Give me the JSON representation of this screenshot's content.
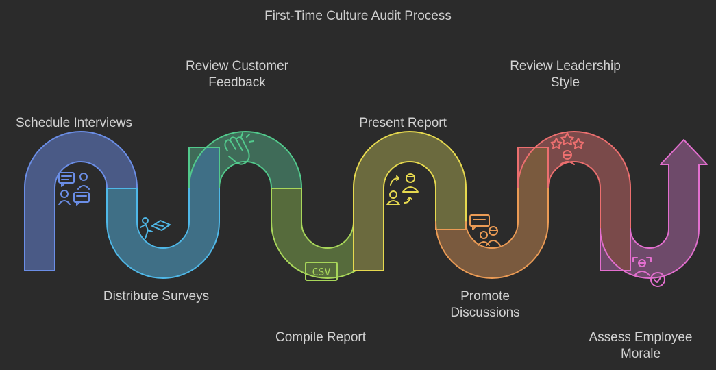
{
  "title": "First-Time Culture Audit Process",
  "steps": [
    {
      "lines": [
        "Schedule Interviews"
      ],
      "icon": "interview-chat-icon",
      "color": "#6b8ee6",
      "fill": "#4a5a86"
    },
    {
      "lines": [
        "Distribute Surveys"
      ],
      "icon": "survey-distribute-icon",
      "color": "#4fb8e8",
      "fill": "#3f6f86"
    },
    {
      "lines": [
        "Review Customer",
        "Feedback"
      ],
      "icon": "clapping-hands-icon",
      "color": "#52c98c",
      "fill": "#3f6b58"
    },
    {
      "lines": [
        "Compile Report"
      ],
      "icon": "csv-file-icon",
      "color": "#a8d65a",
      "fill": "#566b3c"
    },
    {
      "lines": [
        "Present Report"
      ],
      "icon": "present-report-icon",
      "color": "#e6d94f",
      "fill": "#6b6a3e"
    },
    {
      "lines": [
        "Promote",
        "Discussions"
      ],
      "icon": "discussion-icon",
      "color": "#eb9b55",
      "fill": "#7a5a3e"
    },
    {
      "lines": [
        "Review Leadership",
        "Style"
      ],
      "icon": "leader-stars-icon",
      "color": "#ec6f6f",
      "fill": "#7a4a4a"
    },
    {
      "lines": [
        "Assess Employee",
        "Morale"
      ],
      "icon": "employee-check-icon",
      "color": "#e36fcf",
      "fill": "#6e4a6a"
    }
  ],
  "csv_label": "CSV"
}
